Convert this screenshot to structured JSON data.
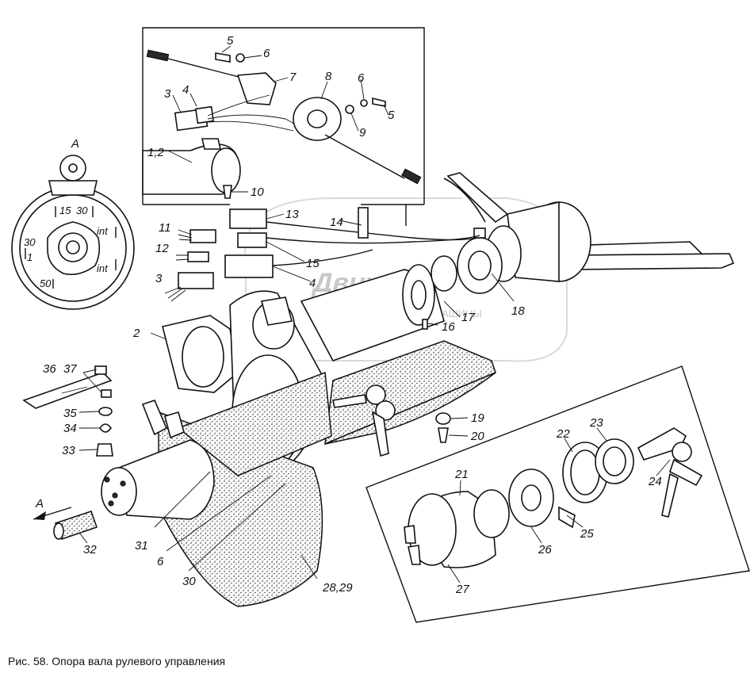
{
  "caption": "Рис. 58. Опора вала рулевого управления",
  "watermark": {
    "brand": "Движком",
    "tagline": "МАГАЗИНЫ ДЛЯ МАШИНЫ"
  },
  "view_letter": "A",
  "arrow_letter": "A",
  "ignition_positions": [
    "15",
    "30",
    "int",
    "30",
    "1",
    "int",
    "50"
  ],
  "labels": {
    "l1_2": "1,2",
    "l2": "2",
    "l3a": "3",
    "l3b": "3",
    "l4a": "4",
    "l4b": "4",
    "l5a": "5",
    "l5b": "5",
    "l6a": "6",
    "l6b": "6",
    "l6c": "6",
    "l7": "7",
    "l8": "8",
    "l9": "9",
    "l10": "10",
    "l11": "11",
    "l12": "12",
    "l13": "13",
    "l14": "14",
    "l15": "15",
    "l16": "16",
    "l17": "17",
    "l18": "18",
    "l19": "19",
    "l20": "20",
    "l21": "21",
    "l22": "22",
    "l23": "23",
    "l24": "24",
    "l25": "25",
    "l26": "26",
    "l27": "27",
    "l28_29": "28,29",
    "l30": "30",
    "l31": "31",
    "l32": "32",
    "l33": "33",
    "l34": "34",
    "l35": "35",
    "l36": "36",
    "l37": "37"
  }
}
